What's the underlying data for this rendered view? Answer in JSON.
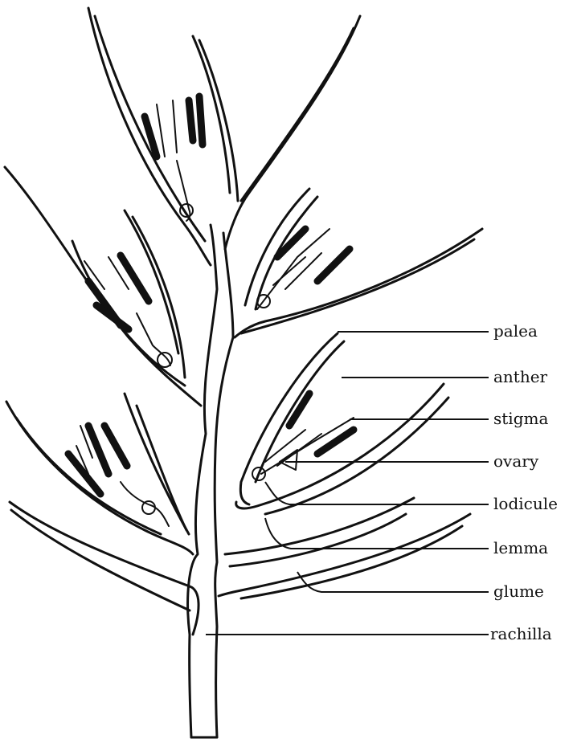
{
  "labels": {
    "palea": "palea",
    "anther": "anther",
    "stigma": "stigma",
    "ovary": "ovary",
    "lodicule": "lodicule",
    "lemma": "lemma",
    "glume": "glume",
    "rachilla": "rachilla"
  },
  "colors": {
    "ink": "#111111",
    "background": "#ffffff"
  }
}
